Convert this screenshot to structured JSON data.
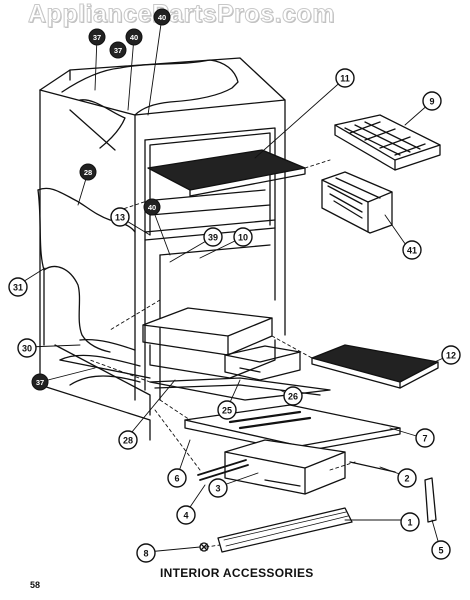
{
  "watermark": "AppliancePartsPros.com",
  "caption": "INTERIOR ACCESSORIES",
  "page_number": "58",
  "callouts": [
    {
      "label": "11"
    },
    {
      "label": "9"
    },
    {
      "label": "41"
    },
    {
      "label": "12"
    },
    {
      "label": "7"
    },
    {
      "label": "2"
    },
    {
      "label": "1"
    },
    {
      "label": "5"
    },
    {
      "label": "10"
    },
    {
      "label": "39"
    },
    {
      "label": "13"
    },
    {
      "label": "31"
    },
    {
      "label": "30"
    },
    {
      "label": "28"
    },
    {
      "label": "25"
    },
    {
      "label": "26"
    },
    {
      "label": "6"
    },
    {
      "label": "3"
    },
    {
      "label": "4"
    },
    {
      "label": "8"
    }
  ],
  "small_labels": [
    {
      "label": "37"
    },
    {
      "label": "40"
    },
    {
      "label": "40"
    },
    {
      "label": "28"
    },
    {
      "label": "40"
    },
    {
      "label": "37"
    },
    {
      "label": "37"
    }
  ]
}
